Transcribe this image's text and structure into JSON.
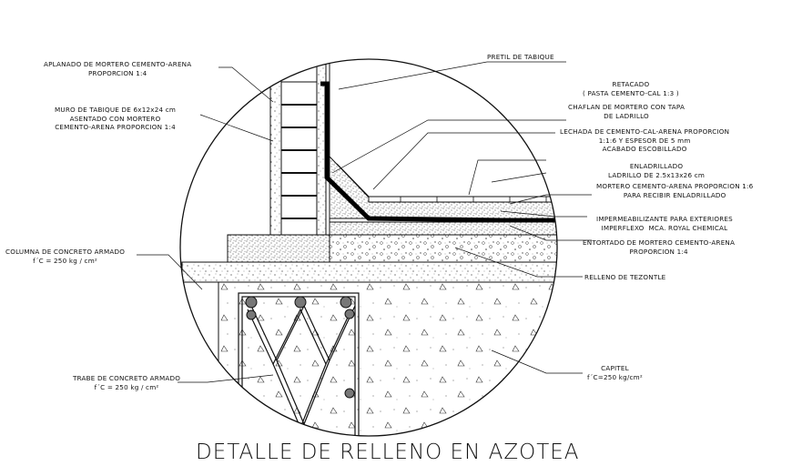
{
  "title": "DETALLE DE RELLENO EN AZOTEA",
  "labels": {
    "aplanado": "APLANADO DE MORTERO CEMENTO-ARENA\nPROPORCION 1:4",
    "pretil": "PRETIL DE TABIQUE",
    "retacado": "RETACADO\n( PASTA CEMENTO-CAL 1:3 )",
    "chaflan": "CHAFLAN DE MORTERO CON TAPA\nDE LADRILLO",
    "muro": "MURO DE TABIQUE DE 6x12x24 cm\nASENTADO CON MORTERO\nCEMENTO-ARENA PROPORCION 1:4",
    "lechada": "LECHADA DE CEMENTO-CAL-ARENA PROPORCION\n1:1:6 Y ESPESOR DE 5 mm\nACABADO ESCOBILLADO",
    "enladrillado": "ENLADRILLADO\nLADRILLO DE 2.5x13x26 cm",
    "mortero_enladrillado": "MORTERO CEMENTO-ARENA PROPORCION 1:6\nPARA RECIBIR ENLADRILLADO",
    "impermeabilizante": "IMPERMEABILIZANTE PARA EXTERIORES\nIMPERFLEXO  MCA. ROYAL CHEMICAL",
    "entortado": "ENTORTADO DE MORTERO CEMENTO-ARENA\nPROPORCION 1:4",
    "columna": "COLUMNA DE CONCRETO ARMADO\nf´C = 250 kg / cm²",
    "relleno": "RELLENO DE TEZONTLE",
    "capitel": "CAPITEL\nf´C=250 kg/cm²",
    "trabe": "TRABE DE CONCRETO ARMADO\nf´C = 250 kg / cm²"
  }
}
